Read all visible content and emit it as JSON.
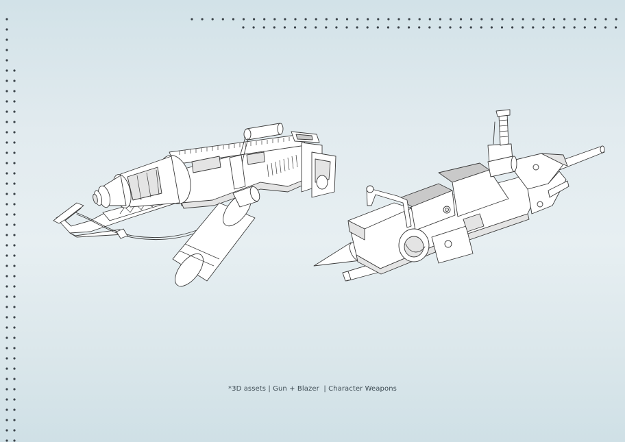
{
  "page": {
    "caption": {
      "prefix": "*3D assets",
      "title": "Gun + Blazer",
      "subtitle": "Character Weapons",
      "separator": " | ",
      "full": "*3D assets | Gun + Blazer  | Character Weapons"
    },
    "figures": [
      {
        "label": "Gun",
        "icon": "gun-render-icon"
      },
      {
        "label": "Blazer",
        "icon": "blazer-render-icon"
      }
    ]
  },
  "theme": {
    "background_top": "#d2e2e8",
    "background_mid": "#e7eff2",
    "background_bottom": "#cfe0e6",
    "dot_color": "#3a4248",
    "line_color": "#3a3a3a"
  }
}
